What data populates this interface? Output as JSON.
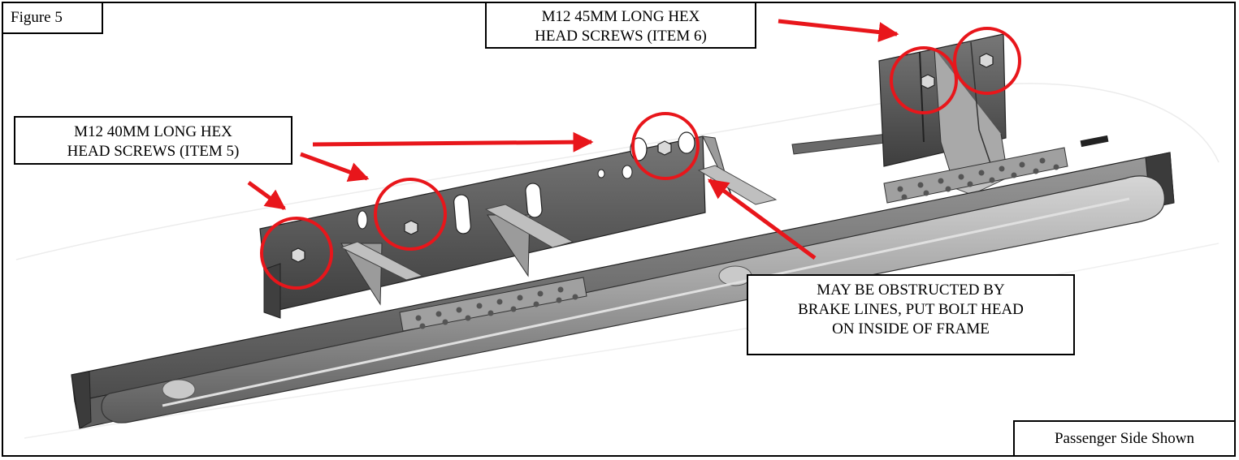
{
  "figure_label": "Figure 5",
  "callouts": {
    "hex_45": [
      "M12 45MM LONG HEX",
      "HEAD SCREWS (ITEM 6)"
    ],
    "hex_40": [
      "M12 40MM LONG HEX",
      "HEAD SCREWS (ITEM 5)"
    ],
    "obstructed": [
      "MAY BE OBSTRUCTED BY",
      "BRAKE LINES, PUT BOLT HEAD",
      "ON INSIDE OF FRAME"
    ]
  },
  "view_note": "Passenger Side Shown",
  "colors": {
    "arrow": "#e8161b",
    "highlight_circle": "#e8161b",
    "part_dark": "#4a4a4a",
    "part_mid": "#8a8a8a",
    "part_light": "#bdbdbd",
    "border": "#000000"
  }
}
